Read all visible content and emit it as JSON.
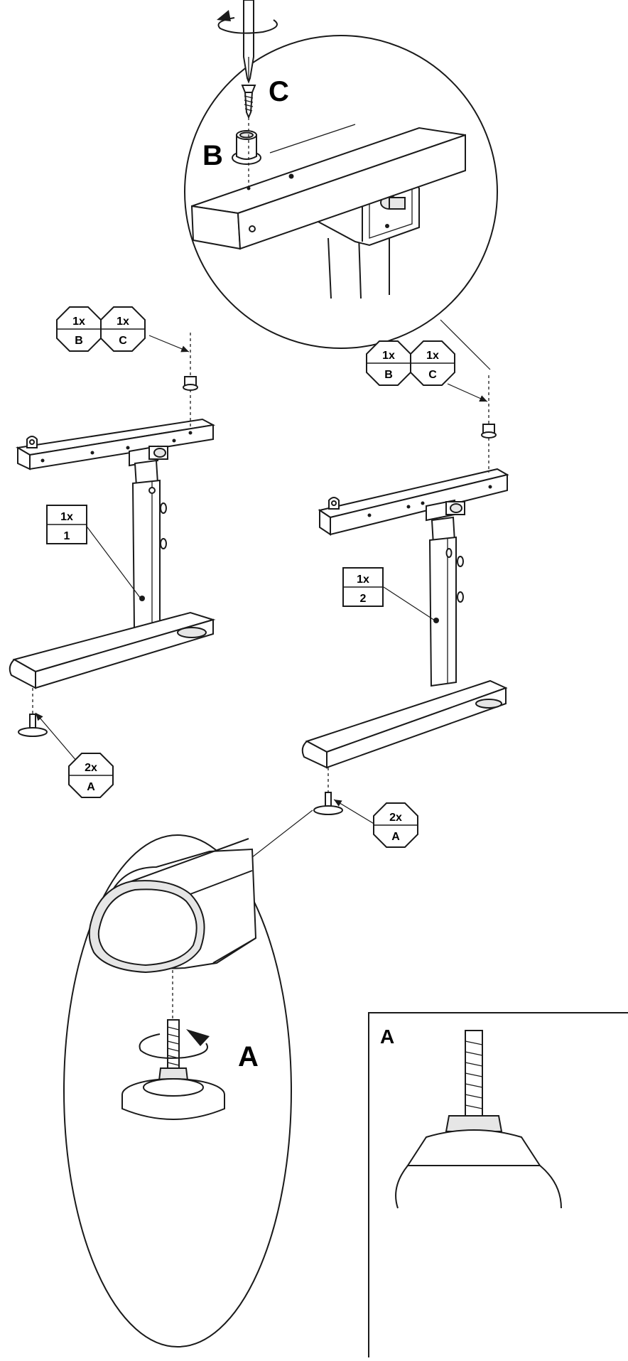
{
  "detail_top": {
    "screw_label": "C",
    "cap_label": "B"
  },
  "badges": {
    "left_top": {
      "qty_b": "1x",
      "part_b": "B",
      "qty_c": "1x",
      "part_c": "C"
    },
    "right_top": {
      "qty_b": "1x",
      "part_b": "B",
      "qty_c": "1x",
      "part_c": "C"
    },
    "left_leg": {
      "qty": "1x",
      "part": "1"
    },
    "right_leg": {
      "qty": "1x",
      "part": "2"
    },
    "left_foot": {
      "qty": "2x",
      "part": "A"
    },
    "right_foot": {
      "qty": "2x",
      "part": "A"
    }
  },
  "detail_bottom": {
    "foot_label": "A"
  },
  "inset": {
    "label": "A"
  }
}
